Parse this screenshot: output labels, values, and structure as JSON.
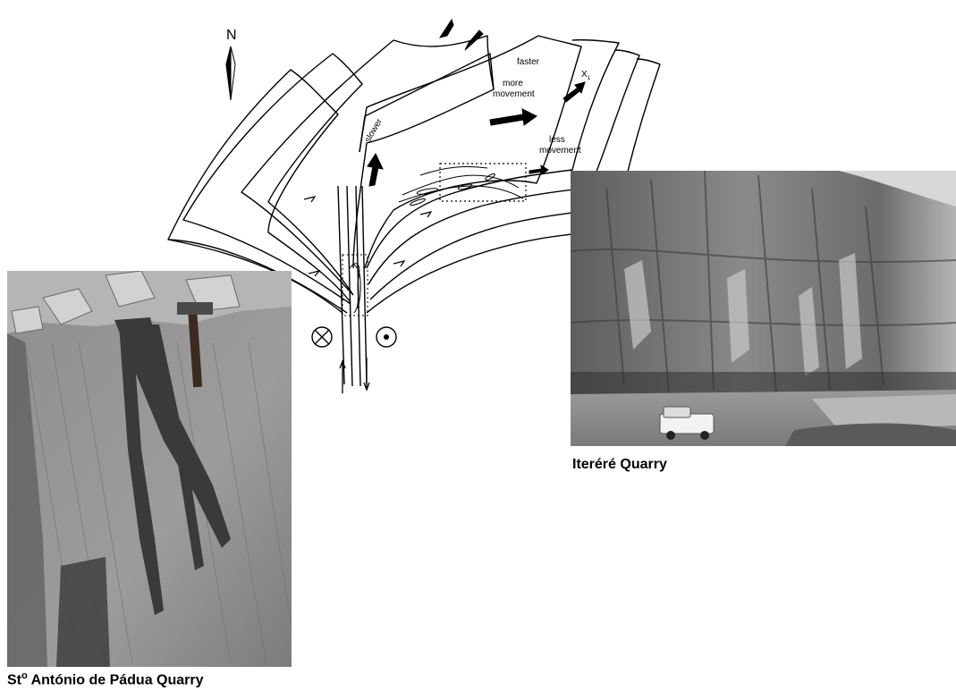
{
  "diagram": {
    "north_label": "N",
    "faster_label": "faster",
    "more_movement_line1": "more",
    "more_movement_line2": "movement",
    "slower_label": "slower",
    "less_movement_line1": "less",
    "less_movement_line2": "movement",
    "x1_label": "X",
    "x1_subscript": "1"
  },
  "photos": {
    "itere_caption": "Iteréré Quarry",
    "padua_caption_prefix": "St",
    "padua_caption_sup": "o",
    "padua_caption_rest": " António de Pádua Quarry"
  },
  "colors": {
    "line": "#000000",
    "photo_rock": "#8c8c8c",
    "photo_dark": "#3a3a3a",
    "sky": "#e6e6e6"
  }
}
